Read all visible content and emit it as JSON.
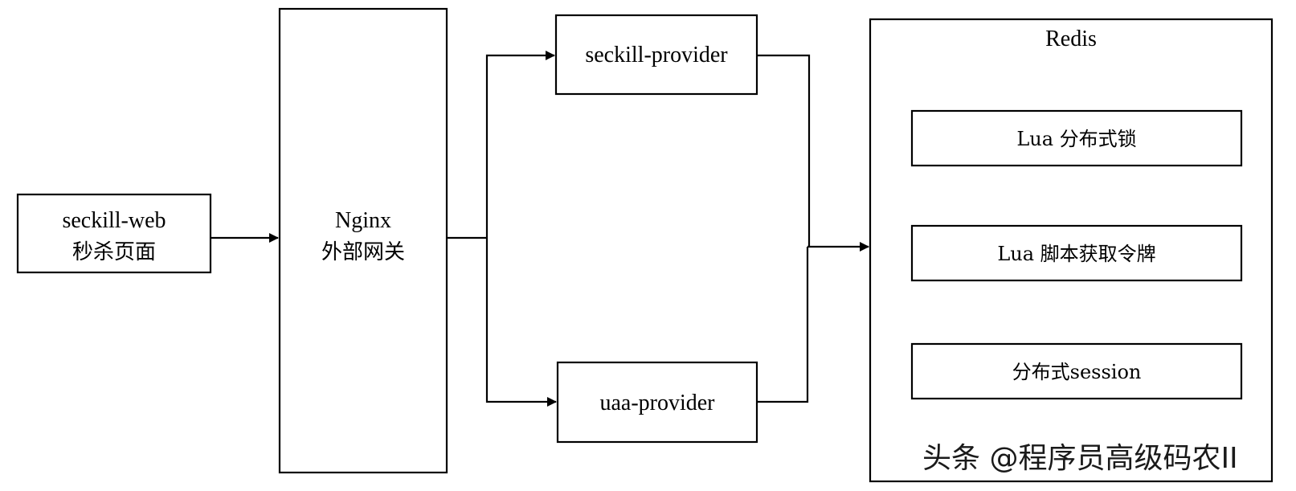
{
  "nodes": {
    "web": {
      "line1": "seckill-web",
      "line2": "秒杀页面"
    },
    "gateway": {
      "line1": "Nginx",
      "line2": "外部网关"
    },
    "seckill_provider": {
      "label": "seckill-provider"
    },
    "uaa_provider": {
      "label": "uaa-provider"
    },
    "redis": {
      "title": "Redis",
      "items": [
        "Lua 分布式锁",
        "Lua 脚本获取令牌",
        "分布式session"
      ]
    }
  },
  "watermark": "头条 @程序员高级码农II"
}
